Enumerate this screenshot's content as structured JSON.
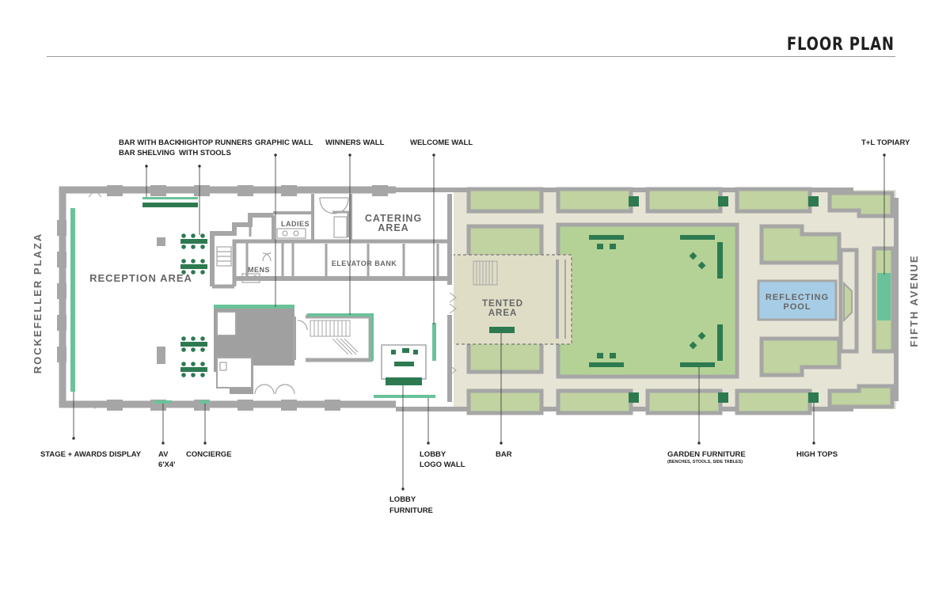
{
  "title": "FLOOR PLAN",
  "sides": {
    "left": "ROCKEFELLER PLAZA",
    "right": "FIFTH AVENUE"
  },
  "rooms": {
    "reception": "RECEPTION AREA",
    "catering_line1": "CATERING",
    "catering_line2": "AREA",
    "ladies": "LADIES",
    "mens": "MENS",
    "elevator": "ELEVATOR BANK",
    "tented_line1": "TENTED",
    "tented_line2": "AREA",
    "pool_line1": "REFLECTING",
    "pool_line2": "POOL"
  },
  "callouts": {
    "bar_shelving_line1": "BAR WITH BACK",
    "bar_shelving_line2": "BAR SHELVING",
    "hightop_line1": "HIGHTOP RUNNERS",
    "hightop_line2": "WITH STOOLS",
    "graphic_wall": "GRAPHIC WALL",
    "winners_wall": "WINNERS WALL",
    "welcome_wall": "WELCOME WALL",
    "topiary": "T+L TOPIARY",
    "stage": "STAGE + AWARDS DISPLAY",
    "av_line1": "AV",
    "av_line2": "6'X4'",
    "concierge": "CONCIERGE",
    "lobby_logo_line1": "LOBBY",
    "lobby_logo_line2": "LOGO WALL",
    "lobby_furniture_line1": "LOBBY",
    "lobby_furniture_line2": "FURNITURE",
    "bar": "BAR",
    "garden_furniture": "GARDEN FURNITURE",
    "garden_furniture_sub": "(BENCHES, STOOLS, SIDE TABLES)",
    "high_tops": "HIGH TOPS"
  },
  "colors": {
    "wall": "#a6a6a6",
    "core": "#a0a0a0",
    "garden_ground": "#e6e4d4",
    "planter": "#c0d3a0",
    "lawn": "#b4d296",
    "furniture": "#2d7a50",
    "wall_graphic": "#6ac29a",
    "pool": "#a7cde6",
    "text": "#1f1f1f",
    "room_text": "#666666"
  }
}
